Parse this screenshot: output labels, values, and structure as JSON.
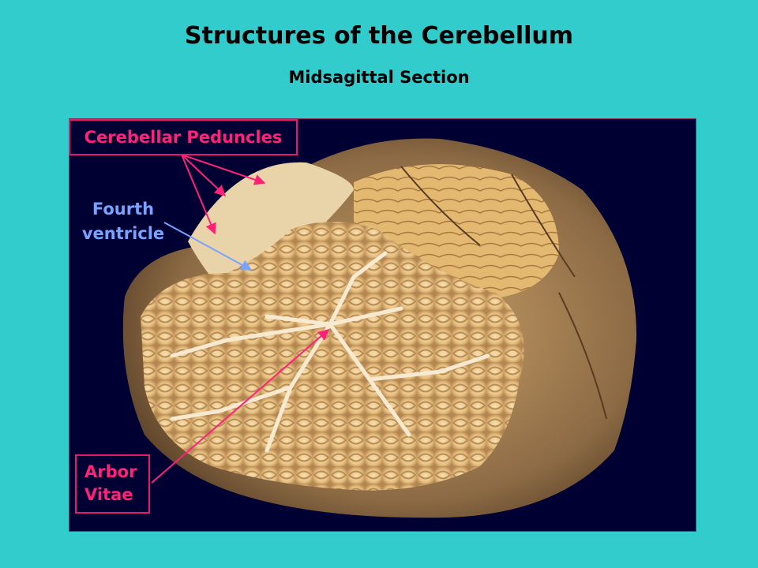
{
  "title": "Structures of the Cerebellum",
  "subtitle": "Midsagittal Section",
  "labels": {
    "peduncles": "Cerebellar Peduncles",
    "fourth_line1": "Fourth",
    "fourth_line2": "ventricle",
    "arbor_line1": "Arbor",
    "arbor_line2": "Vitae"
  },
  "colors": {
    "background": "#33cccc",
    "panel": "#000033",
    "label_pink": "#ff2277",
    "label_blue": "#7aa2ff",
    "tissue": "#e8c68a"
  },
  "image": {
    "description_icon": "cerebellum-specimen-photo"
  }
}
